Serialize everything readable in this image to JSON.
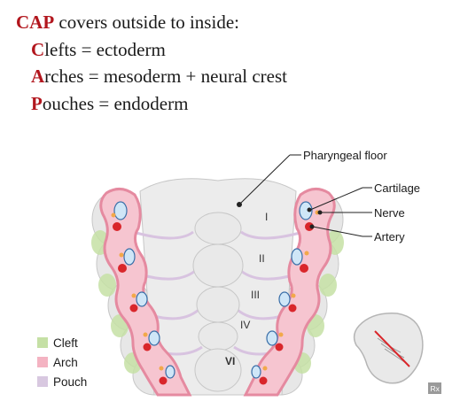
{
  "mnemonic": {
    "heading_red": "CAP",
    "heading_rest": " covers outside to inside:",
    "lines": [
      {
        "letter": "C",
        "rest": "lefts = ectoderm"
      },
      {
        "letter": "A",
        "rest": "rches = mesoderm + neural crest"
      },
      {
        "letter": "P",
        "rest": "ouches = endoderm"
      }
    ]
  },
  "labels": {
    "pharyngeal_floor": "Pharyngeal floor",
    "cartilage": "Cartilage",
    "nerve": "Nerve",
    "artery": "Artery"
  },
  "arch_numerals": [
    "I",
    "II",
    "III",
    "IV",
    "VI"
  ],
  "legend": [
    {
      "label": "Cleft",
      "color": "#c5e0a5"
    },
    {
      "label": "Arch",
      "color": "#f4b3c2"
    },
    {
      "label": "Pouch",
      "color": "#d8c8e0"
    }
  ],
  "colors": {
    "accent_red": "#b2161d",
    "cleft": "#c5e0a5",
    "arch": "#f4b3c2",
    "arch_border": "#e58aa0",
    "pouch": "#e3d6e8",
    "tissue": "#e7e7e7",
    "tissue_stroke": "#c7c7c7",
    "cartilage": "#cfe6f7",
    "cartilage_stroke": "#3a6fa8",
    "nerve": "#f2a84a",
    "artery": "#d9262b"
  },
  "corner_badge": "Rx",
  "icons": [
    "stomach-icon"
  ]
}
